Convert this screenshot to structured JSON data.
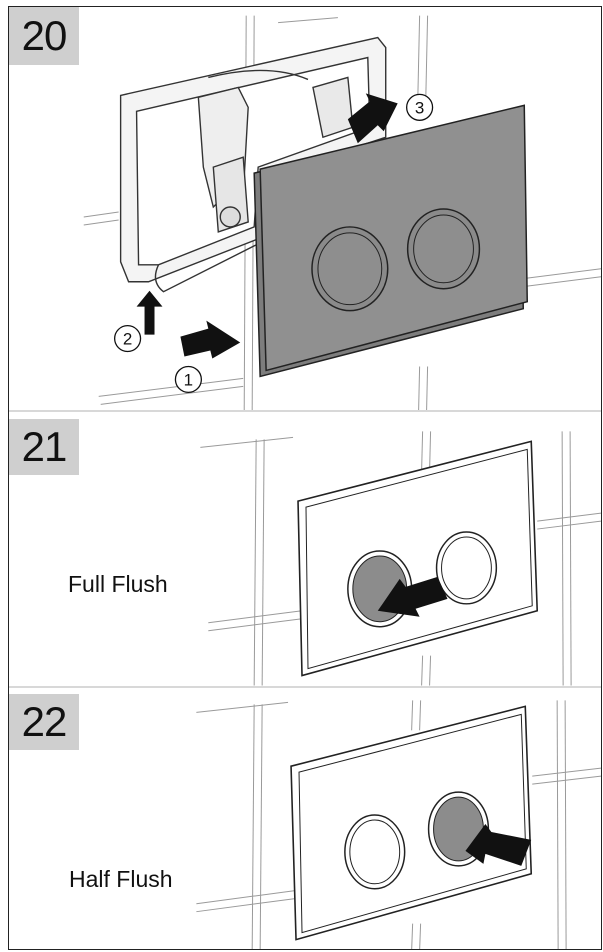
{
  "steps": [
    {
      "number": "20",
      "caption": "",
      "callouts": [
        "1",
        "2",
        "3"
      ]
    },
    {
      "number": "21",
      "caption": "Full Flush"
    },
    {
      "number": "22",
      "caption": "Half Flush"
    }
  ],
  "colors": {
    "step_box": "#cfcfcf",
    "plate_dark": "#8e8e8e",
    "button_pressed": "#8c8c8c",
    "line": "#333333",
    "tile_grout": "#9a9a9a"
  },
  "icons": [
    "arrow-icon",
    "flush-plate",
    "actuator-frame"
  ]
}
